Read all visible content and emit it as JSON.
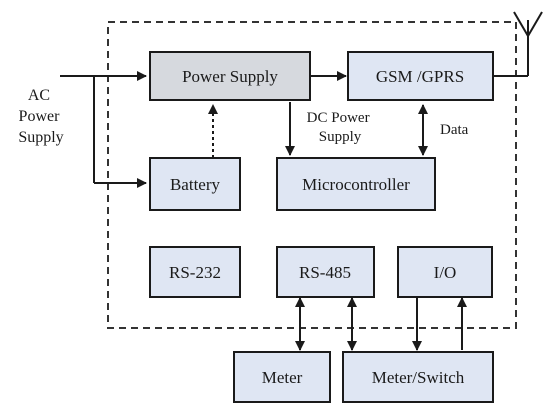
{
  "colors": {
    "box_fill": "#dfe6f3",
    "power_supply_fill": "#d6d9de",
    "stroke": "#1a1a1a"
  },
  "labels": {
    "ac_power_supply": [
      "AC",
      "Power",
      "Supply"
    ],
    "dc_power_supply": [
      "DC Power",
      "Supply"
    ],
    "data": "Data"
  },
  "blocks": {
    "power_supply": "Power Supply",
    "gsm_gprs": "GSM /GPRS",
    "battery": "Battery",
    "microcontroller": "Microcontroller",
    "rs232": "RS-232",
    "rs485": "RS-485",
    "io": "I/O",
    "meter": "Meter",
    "meter_switch": "Meter/Switch"
  },
  "icons": {
    "antenna": "antenna-icon"
  }
}
